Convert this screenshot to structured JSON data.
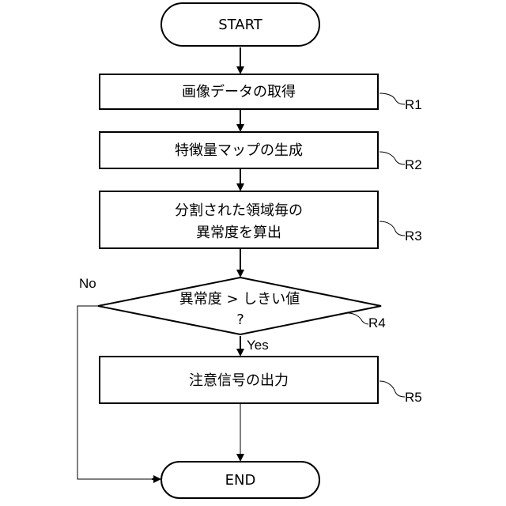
{
  "flowchart": {
    "start": "START",
    "end": "END",
    "steps": [
      {
        "text": "画像データの取得",
        "ref": "R1"
      },
      {
        "text": "特徴量マップの生成",
        "ref": "R2"
      },
      {
        "text_line1": "分割された領域毎の",
        "text_line2": "異常度を算出",
        "ref": "R3"
      }
    ],
    "decision": {
      "line1": "異常度 > しきい値",
      "line2": "?",
      "ref": "R4",
      "yes": "Yes",
      "no": "No"
    },
    "output": {
      "text": "注意信号の出力",
      "ref": "R5"
    }
  }
}
